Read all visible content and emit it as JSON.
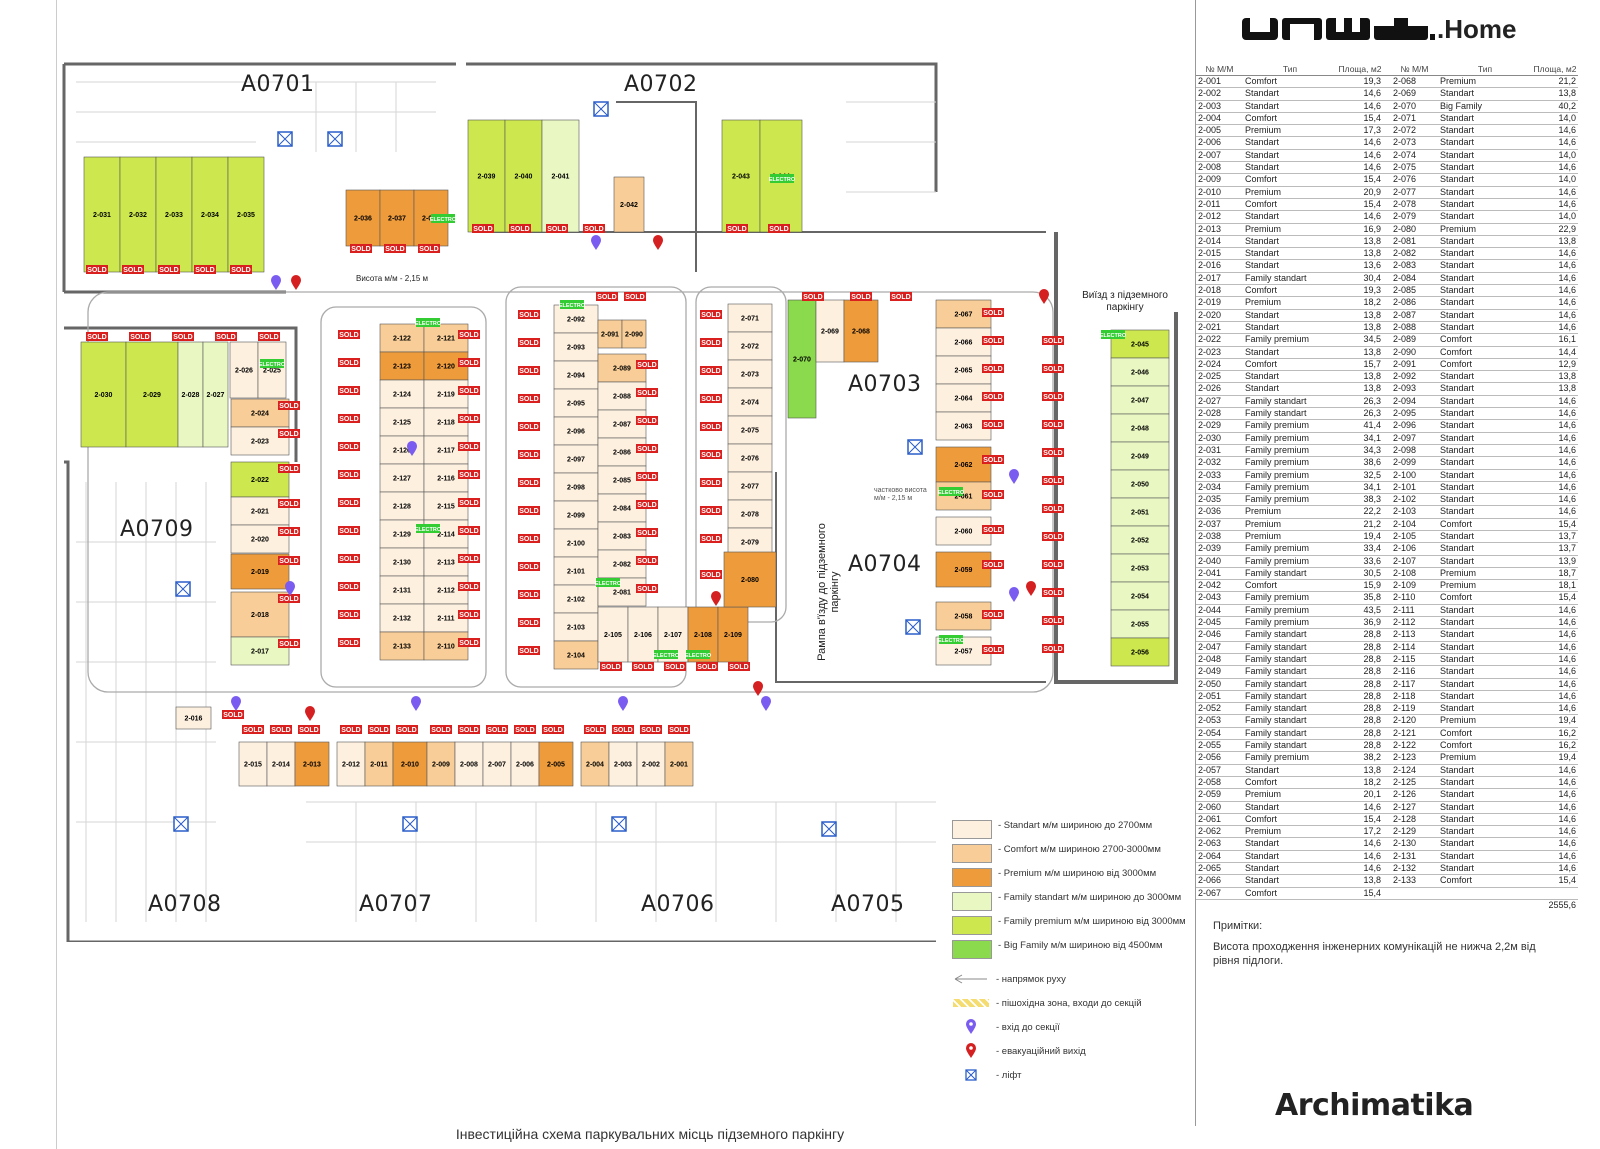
{
  "header": {
    "brand_suffix": ".Home"
  },
  "footer": {
    "brand": "Archimatika",
    "caption": "Інвестиційна схема паркувальних місць підземного паркінгу"
  },
  "buildings": {
    "a0701": "A0701",
    "a0702": "A0702",
    "a0703": "A0703",
    "a0704": "A0704",
    "a0705": "A0705",
    "a0706": "A0706",
    "a0707": "A0707",
    "a0708": "A0708",
    "a0709": "A0709"
  },
  "plan_labels": {
    "exit": "Виїзд з підземного паркінгу",
    "ramp": "Рампа в'їзду до підземного паркінгу",
    "height_note": "Висота м/м - 2,15 м",
    "partial_height": "частково висота м/м - 2,15 м"
  },
  "colors": {
    "standart": "#fdf0df",
    "comfort": "#f8cd97",
    "premium": "#ee9b3c",
    "family_standart": "#e9f7c2",
    "family_premium": "#cce84e",
    "big_family": "#8bd94c",
    "sold": "#d9201e",
    "electro": "#33cc33",
    "walk_zone": "#f5dc70",
    "lift": "#2a5dc9",
    "entry_pin": "#7a5cf0",
    "exit_pin": "#d42020"
  },
  "legend": {
    "types": [
      {
        "key": "standart",
        "label": "- Standart  м/м шириною до 2700мм"
      },
      {
        "key": "comfort",
        "label": "- Comfort  м/м шириною 2700-3000мм"
      },
      {
        "key": "premium",
        "label": "- Premium  м/м шириною від 3000мм"
      },
      {
        "key": "family_standart",
        "label": "- Family standart   м/м шириною до 3000мм"
      },
      {
        "key": "family_premium",
        "label": "- Family premium    м/м шириною від 3000мм"
      },
      {
        "key": "big_family",
        "label": "- Big Family  м/м шириною від 4500мм"
      }
    ],
    "symbols": {
      "direction": "- напрямок руху",
      "walk": "- пішохідна зона, входи до секцій",
      "entry": "- вхід до секції",
      "exit": "- евакуаційний вихід",
      "lift": "- ліфт"
    }
  },
  "table": {
    "headers": {
      "num": "№ М/М",
      "type": "Тип",
      "area": "Площа, м2"
    },
    "total": "2555,6",
    "rows": [
      [
        "2-001",
        "Comfort",
        "19,3",
        "2-068",
        "Premium",
        "21,2"
      ],
      [
        "2-002",
        "Standart",
        "14,6",
        "2-069",
        "Standart",
        "13,8"
      ],
      [
        "2-003",
        "Standart",
        "14,6",
        "2-070",
        "Big Family",
        "40,2"
      ],
      [
        "2-004",
        "Comfort",
        "15,4",
        "2-071",
        "Standart",
        "14,0"
      ],
      [
        "2-005",
        "Premium",
        "17,3",
        "2-072",
        "Standart",
        "14,6"
      ],
      [
        "2-006",
        "Standart",
        "14,6",
        "2-073",
        "Standart",
        "14,6"
      ],
      [
        "2-007",
        "Standart",
        "14,6",
        "2-074",
        "Standart",
        "14,0"
      ],
      [
        "2-008",
        "Standart",
        "14,6",
        "2-075",
        "Standart",
        "14,6"
      ],
      [
        "2-009",
        "Comfort",
        "15,4",
        "2-076",
        "Standart",
        "14,0"
      ],
      [
        "2-010",
        "Premium",
        "20,9",
        "2-077",
        "Standart",
        "14,6"
      ],
      [
        "2-011",
        "Comfort",
        "15,4",
        "2-078",
        "Standart",
        "14,6"
      ],
      [
        "2-012",
        "Standart",
        "14,6",
        "2-079",
        "Standart",
        "14,0"
      ],
      [
        "2-013",
        "Premium",
        "16,9",
        "2-080",
        "Premium",
        "22,9"
      ],
      [
        "2-014",
        "Standart",
        "13,8",
        "2-081",
        "Standart",
        "13,8"
      ],
      [
        "2-015",
        "Standart",
        "13,8",
        "2-082",
        "Standart",
        "14,6"
      ],
      [
        "2-016",
        "Standart",
        "13,6",
        "2-083",
        "Standart",
        "14,6"
      ],
      [
        "2-017",
        "Family standart",
        "30,4",
        "2-084",
        "Standart",
        "14,6"
      ],
      [
        "2-018",
        "Comfort",
        "19,3",
        "2-085",
        "Standart",
        "14,6"
      ],
      [
        "2-019",
        "Premium",
        "18,2",
        "2-086",
        "Standart",
        "14,6"
      ],
      [
        "2-020",
        "Standart",
        "13,8",
        "2-087",
        "Standart",
        "14,6"
      ],
      [
        "2-021",
        "Standart",
        "13,8",
        "2-088",
        "Standart",
        "14,6"
      ],
      [
        "2-022",
        "Family premium",
        "34,5",
        "2-089",
        "Comfort",
        "16,1"
      ],
      [
        "2-023",
        "Standart",
        "13,8",
        "2-090",
        "Comfort",
        "14,4"
      ],
      [
        "2-024",
        "Comfort",
        "15,7",
        "2-091",
        "Comfort",
        "12,9"
      ],
      [
        "2-025",
        "Standart",
        "13,8",
        "2-092",
        "Standart",
        "13,8"
      ],
      [
        "2-026",
        "Standart",
        "13,8",
        "2-093",
        "Standart",
        "13,8"
      ],
      [
        "2-027",
        "Family standart",
        "26,3",
        "2-094",
        "Standart",
        "14,6"
      ],
      [
        "2-028",
        "Family standart",
        "26,3",
        "2-095",
        "Standart",
        "14,6"
      ],
      [
        "2-029",
        "Family premium",
        "41,4",
        "2-096",
        "Standart",
        "14,6"
      ],
      [
        "2-030",
        "Family premium",
        "34,1",
        "2-097",
        "Standart",
        "14,6"
      ],
      [
        "2-031",
        "Family premium",
        "34,3",
        "2-098",
        "Standart",
        "14,6"
      ],
      [
        "2-032",
        "Family premium",
        "38,6",
        "2-099",
        "Standart",
        "14,6"
      ],
      [
        "2-033",
        "Family premium",
        "32,5",
        "2-100",
        "Standart",
        "14,6"
      ],
      [
        "2-034",
        "Family premium",
        "34,1",
        "2-101",
        "Standart",
        "14,6"
      ],
      [
        "2-035",
        "Family premium",
        "38,3",
        "2-102",
        "Standart",
        "14,6"
      ],
      [
        "2-036",
        "Premium",
        "22,2",
        "2-103",
        "Standart",
        "14,6"
      ],
      [
        "2-037",
        "Premium",
        "21,2",
        "2-104",
        "Comfort",
        "15,4"
      ],
      [
        "2-038",
        "Premium",
        "19,4",
        "2-105",
        "Standart",
        "13,7"
      ],
      [
        "2-039",
        "Family premium",
        "33,4",
        "2-106",
        "Standart",
        "13,7"
      ],
      [
        "2-040",
        "Family premium",
        "33,6",
        "2-107",
        "Standart",
        "13,9"
      ],
      [
        "2-041",
        "Family standart",
        "30,5",
        "2-108",
        "Premium",
        "18,7"
      ],
      [
        "2-042",
        "Comfort",
        "15,9",
        "2-109",
        "Premium",
        "18,1"
      ],
      [
        "2-043",
        "Family premium",
        "35,8",
        "2-110",
        "Comfort",
        "15,4"
      ],
      [
        "2-044",
        "Family premium",
        "43,5",
        "2-111",
        "Standart",
        "14,6"
      ],
      [
        "2-045",
        "Family premium",
        "36,9",
        "2-112",
        "Standart",
        "14,6"
      ],
      [
        "2-046",
        "Family standart",
        "28,8",
        "2-113",
        "Standart",
        "14,6"
      ],
      [
        "2-047",
        "Family standart",
        "28,8",
        "2-114",
        "Standart",
        "14,6"
      ],
      [
        "2-048",
        "Family standart",
        "28,8",
        "2-115",
        "Standart",
        "14,6"
      ],
      [
        "2-049",
        "Family standart",
        "28,8",
        "2-116",
        "Standart",
        "14,6"
      ],
      [
        "2-050",
        "Family standart",
        "28,8",
        "2-117",
        "Standart",
        "14,6"
      ],
      [
        "2-051",
        "Family standart",
        "28,8",
        "2-118",
        "Standart",
        "14,6"
      ],
      [
        "2-052",
        "Family standart",
        "28,8",
        "2-119",
        "Standart",
        "14,6"
      ],
      [
        "2-053",
        "Family standart",
        "28,8",
        "2-120",
        "Premium",
        "19,4"
      ],
      [
        "2-054",
        "Family standart",
        "28,8",
        "2-121",
        "Comfort",
        "16,2"
      ],
      [
        "2-055",
        "Family standart",
        "28,8",
        "2-122",
        "Comfort",
        "16,2"
      ],
      [
        "2-056",
        "Family premium",
        "38,2",
        "2-123",
        "Premium",
        "19,4"
      ],
      [
        "2-057",
        "Standart",
        "13,8",
        "2-124",
        "Standart",
        "14,6"
      ],
      [
        "2-058",
        "Comfort",
        "18,2",
        "2-125",
        "Standart",
        "14,6"
      ],
      [
        "2-059",
        "Premium",
        "20,1",
        "2-126",
        "Standart",
        "14,6"
      ],
      [
        "2-060",
        "Standart",
        "14,6",
        "2-127",
        "Standart",
        "14,6"
      ],
      [
        "2-061",
        "Comfort",
        "15,4",
        "2-128",
        "Standart",
        "14,6"
      ],
      [
        "2-062",
        "Premium",
        "17,2",
        "2-129",
        "Standart",
        "14,6"
      ],
      [
        "2-063",
        "Standart",
        "14,6",
        "2-130",
        "Standart",
        "14,6"
      ],
      [
        "2-064",
        "Standart",
        "14,6",
        "2-131",
        "Standart",
        "14,6"
      ],
      [
        "2-065",
        "Standart",
        "14,6",
        "2-132",
        "Standart",
        "14,6"
      ],
      [
        "2-066",
        "Standart",
        "13,8",
        "2-133",
        "Comfort",
        "15,4"
      ],
      [
        "2-067",
        "Comfort",
        "15,4",
        "",
        "",
        ""
      ]
    ]
  },
  "notes": {
    "title": "Примітки:",
    "text": "Висота проходження інженерних комунікацій не нижча 2,2м від рівня підлоги."
  },
  "sold_label": "SOLD",
  "electro_label": "ELECTRO"
}
